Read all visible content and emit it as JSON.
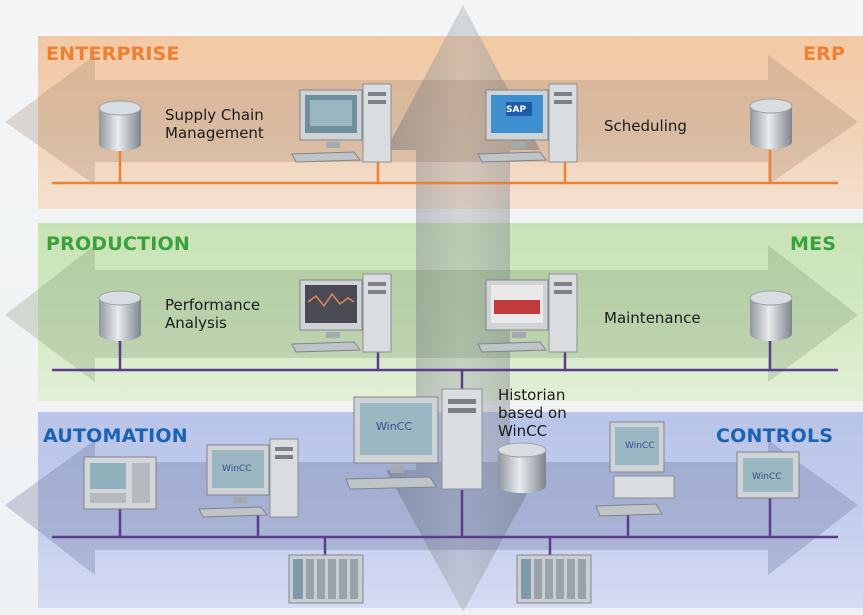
{
  "layers": {
    "enterprise": {
      "title": "ENTERPRISE",
      "tag": "ERP",
      "color": "#f07f32"
    },
    "production": {
      "title": "PRODUCTION",
      "tag": "MES",
      "color": "#38a13a"
    },
    "automation": {
      "title": "AUTOMATION",
      "tag": "CONTROLS",
      "color": "#1a62b4"
    }
  },
  "enterprise_nodes": {
    "supply_chain_line1": "Supply Chain",
    "supply_chain_line2": "Management",
    "scheduling": "Scheduling",
    "sap_logo": "SAP"
  },
  "production_nodes": {
    "performance_line1": "Performance",
    "performance_line2": "Analysis",
    "maintenance": "Maintenance"
  },
  "automation_nodes": {
    "historian_line1": "Historian",
    "historian_line2": "based on",
    "historian_line3": "WinCC",
    "screen_brand": "WinCC"
  },
  "colors": {
    "enterprise_bus": "#f07f32",
    "production_bus": "#5a3d8c",
    "automation_bus": "#5a3d8c"
  }
}
